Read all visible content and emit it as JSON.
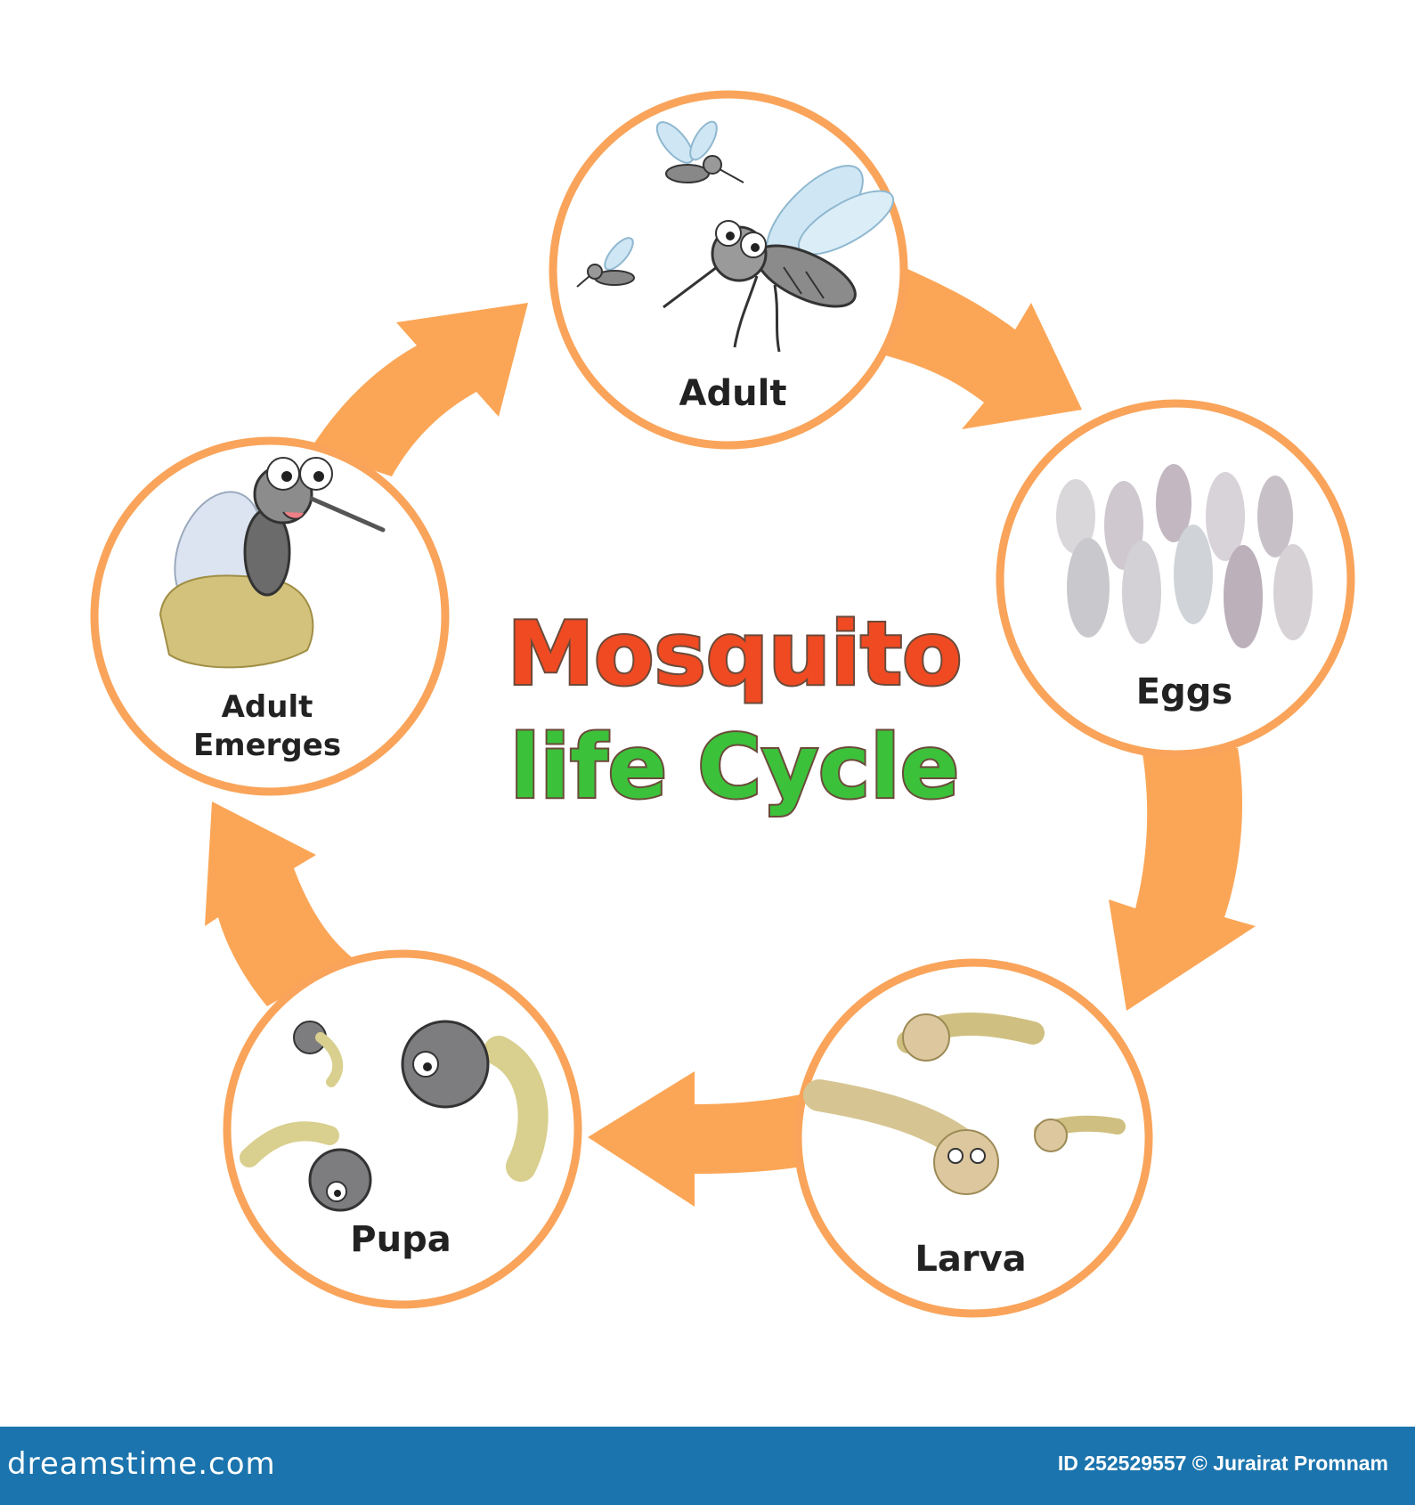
{
  "title": {
    "line1": "Mosquito",
    "line2": "life Cycle",
    "line1_color": "#f04a22",
    "line2_color": "#3cc13b",
    "outline_color": "#6b4a3a"
  },
  "colors": {
    "ring": "#f9a45a",
    "arrow": "#fba657",
    "background": "#ffffff",
    "footer": "#1b74ad"
  },
  "stages": [
    {
      "id": "adult",
      "label_lines": [
        "Adult"
      ],
      "icon": "flying-mosquitoes-icon"
    },
    {
      "id": "eggs",
      "label_lines": [
        "Eggs"
      ],
      "icon": "egg-cluster-icon"
    },
    {
      "id": "larva",
      "label_lines": [
        "Larva"
      ],
      "icon": "larvae-icon"
    },
    {
      "id": "pupa",
      "label_lines": [
        "Pupa"
      ],
      "icon": "pupae-icon"
    },
    {
      "id": "adult-emerges",
      "label_lines": [
        "Adult",
        "Emerges"
      ],
      "icon": "emerging-mosquito-icon"
    }
  ],
  "cycle_order": [
    "adult",
    "eggs",
    "larva",
    "pupa",
    "adult-emerges"
  ],
  "footer": {
    "brand": "dreamstime.com",
    "credit": "ID 252529557 © Jurairat Promnam"
  }
}
